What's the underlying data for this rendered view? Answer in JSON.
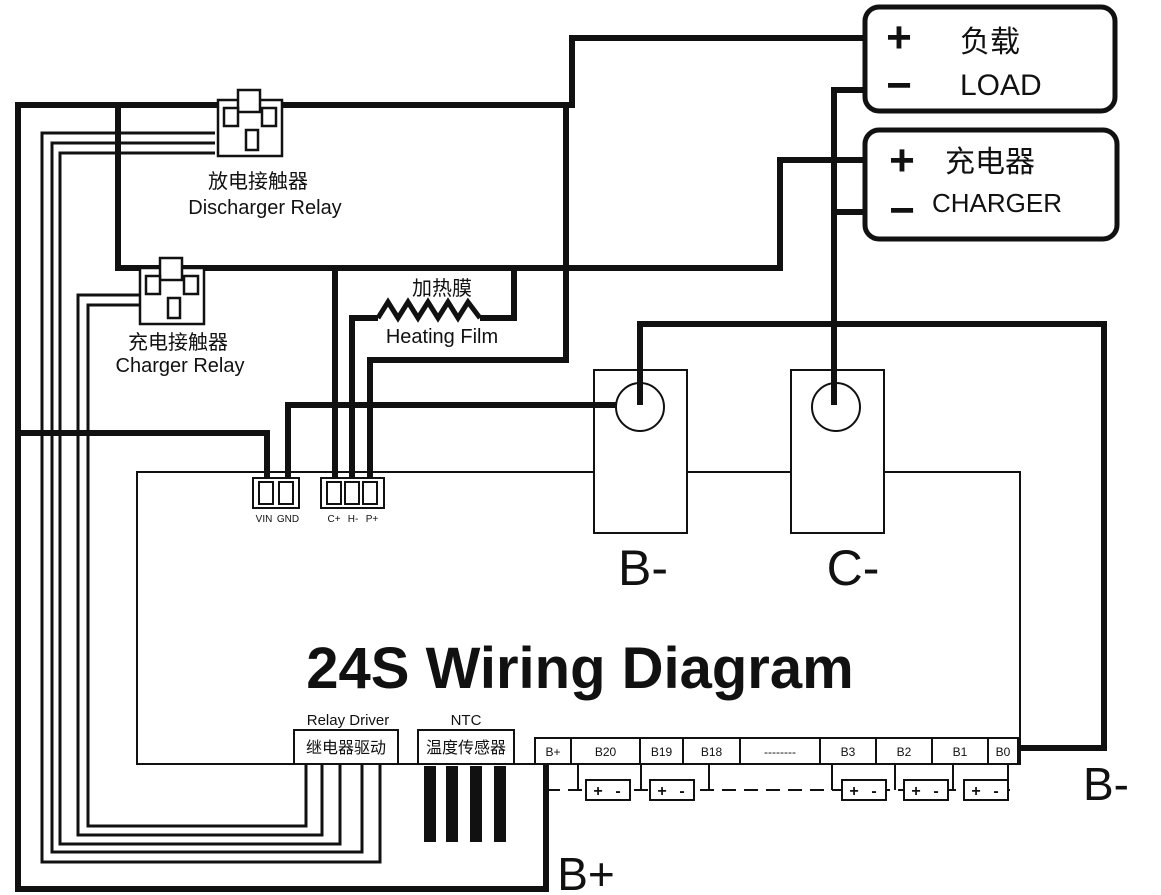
{
  "title": "24S Wiring Diagram",
  "load": {
    "plus": "+",
    "minus": "−",
    "label_cn": "负载",
    "label_en": "LOAD"
  },
  "charger": {
    "plus": "+",
    "minus": "−",
    "label_cn": "充电器",
    "label_en": "CHARGER"
  },
  "discharger_relay": {
    "label_cn": "放电接触器",
    "label_en": "Discharger Relay"
  },
  "charger_relay": {
    "label_cn": "充电接触器",
    "label_en": "Charger Relay"
  },
  "heating_film": {
    "label_cn": "加热膜",
    "label_en": "Heating Film"
  },
  "connectors": {
    "vin": "VIN",
    "gnd": "GND",
    "c_plus": "C+",
    "h_minus": "H-",
    "p_plus": "P+"
  },
  "terminals": {
    "b_minus": "B-",
    "c_minus": "C-"
  },
  "relay_driver": {
    "label_en": "Relay Driver",
    "label_cn": "继电器驱动"
  },
  "ntc": {
    "label_en": "NTC",
    "label_cn": "温度传感器"
  },
  "balance": {
    "labels": [
      "B+",
      "B20",
      "B19",
      "B18",
      "--------",
      "B3",
      "B2",
      "B1",
      "B0"
    ]
  },
  "battery": {
    "plus": "+",
    "minus": "-"
  },
  "outputs": {
    "b_minus": "B-",
    "b_plus": "B+"
  }
}
